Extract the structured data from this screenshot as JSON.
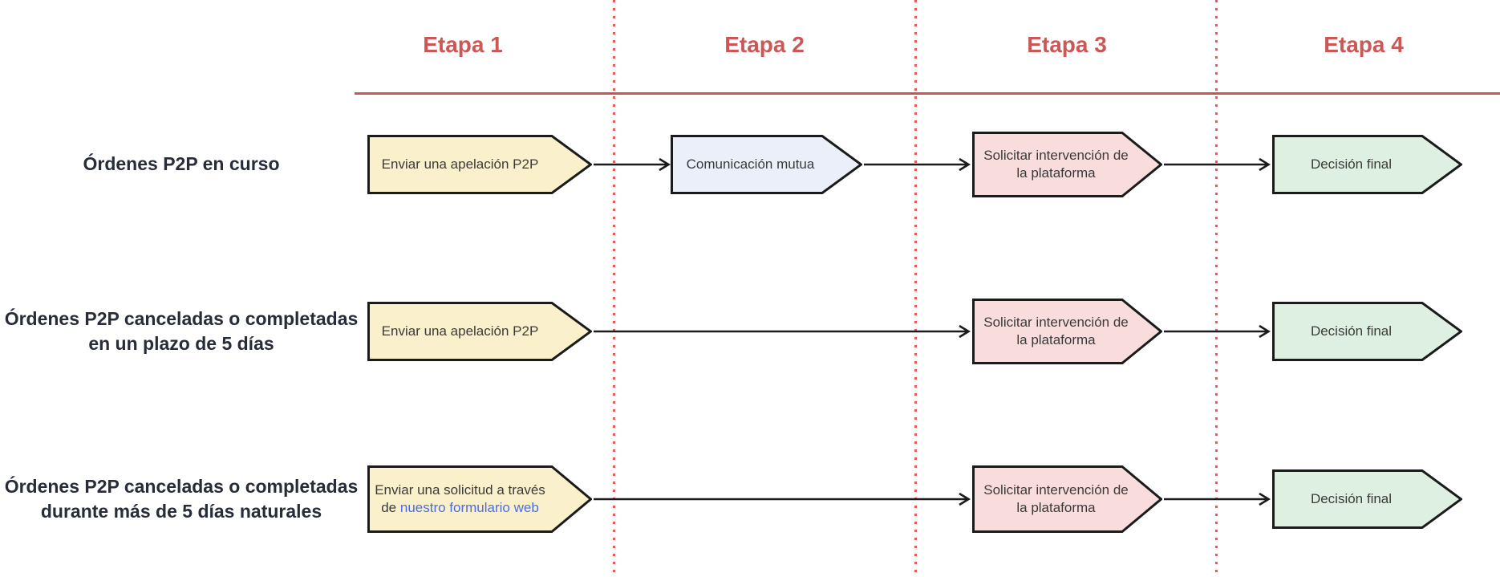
{
  "stages": [
    "Etapa 1",
    "Etapa 2",
    "Etapa 3",
    "Etapa 4"
  ],
  "rows": [
    {
      "label_lines": [
        "Órdenes P2P en curso"
      ],
      "steps": [
        {
          "text": "Enviar una apelación P2P",
          "color": "#fbf0cc"
        },
        {
          "text": "Comunicación mutua",
          "color": "#eaeffa"
        },
        {
          "text": "Solicitar intervención de la plataforma",
          "color": "#f9dcdc"
        },
        {
          "text": "Decisión final",
          "color": "#def0e1"
        }
      ]
    },
    {
      "label_lines": [
        "Órdenes P2P canceladas o completadas",
        "en un plazo de 5 días"
      ],
      "steps": [
        {
          "text": "Enviar una apelación P2P",
          "color": "#fbf0cc"
        },
        {
          "text": "Solicitar intervención de la plataforma",
          "color": "#f9dcdc"
        },
        {
          "text": "Decisión final",
          "color": "#def0e1"
        }
      ]
    },
    {
      "label_lines": [
        "Órdenes P2P canceladas o completadas",
        "durante más de 5 días naturales"
      ],
      "steps": [
        {
          "text_prefix": "Enviar una solicitud a través de ",
          "link_text": "nuestro formulario web",
          "color": "#fbf0cc"
        },
        {
          "text": "Solicitar intervención de la plataforma",
          "color": "#f9dcdc"
        },
        {
          "text": "Decisión final",
          "color": "#def0e1"
        }
      ]
    }
  ],
  "colors": {
    "stage_header_text": "#cb5757",
    "stage_header_rule": "#c75553",
    "stage_divider_dots": "#e25c5c",
    "row_label_text": "#272c39",
    "box_border": "#1b1b1b",
    "box_text": "#3a3a3a",
    "step_fill_yellow": "#fbf0cc",
    "step_fill_blue": "#eaeffa",
    "step_fill_pink": "#f9dcdc",
    "step_fill_green": "#def0e1",
    "link_blue": "#4a6ee0"
  }
}
